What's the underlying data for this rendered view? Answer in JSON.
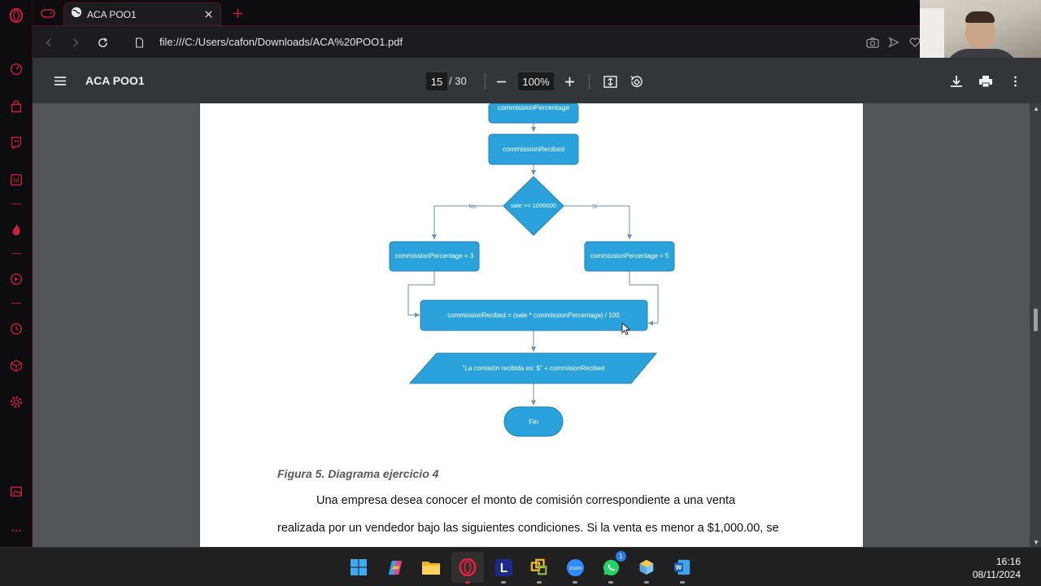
{
  "browser": {
    "tab_title": "ACA POO1",
    "url": "file:///C:/Users/cafon/Downloads/ACA%20POO1.pdf"
  },
  "pdf_toolbar": {
    "title": "ACA POO1",
    "current_page": "15",
    "total_pages": "/  30",
    "zoom": "100%"
  },
  "flowchart": {
    "nodes": {
      "top": "commissionPercentage",
      "received": "commissionRecibed",
      "decision": "sale >= 1000000",
      "left_branch": "commissionPercentage = 3",
      "right_branch": "commissionPercentage = 5",
      "calc": "commissionRecibed = (sale * commissionPercentage) / 100",
      "output": "\"La comisión recibida es: $\" + commisionRecibed",
      "end": "Fin"
    },
    "labels": {
      "no": "No",
      "si": "Si"
    },
    "colors": {
      "fill": "#2aa3dc",
      "stroke": "#1f7fb5",
      "line": "#6b8fb8"
    }
  },
  "document": {
    "caption": "Figura 5. Diagrama ejercicio 4",
    "para1": "Una empresa desea conocer el monto de comisión correspondiente a una venta",
    "para2": "realizada por un vendedor bajo las siguientes condiciones. Si la venta es menor a $1,000.00, se"
  },
  "taskbar": {
    "time": "16:16",
    "date": "08/11/2024",
    "apps": [
      "windows-start",
      "copilot",
      "file-explorer",
      "opera",
      "l-app",
      "vmware",
      "zoom",
      "whatsapp",
      "3d-app",
      "word"
    ],
    "whatsapp_badge": "1"
  }
}
